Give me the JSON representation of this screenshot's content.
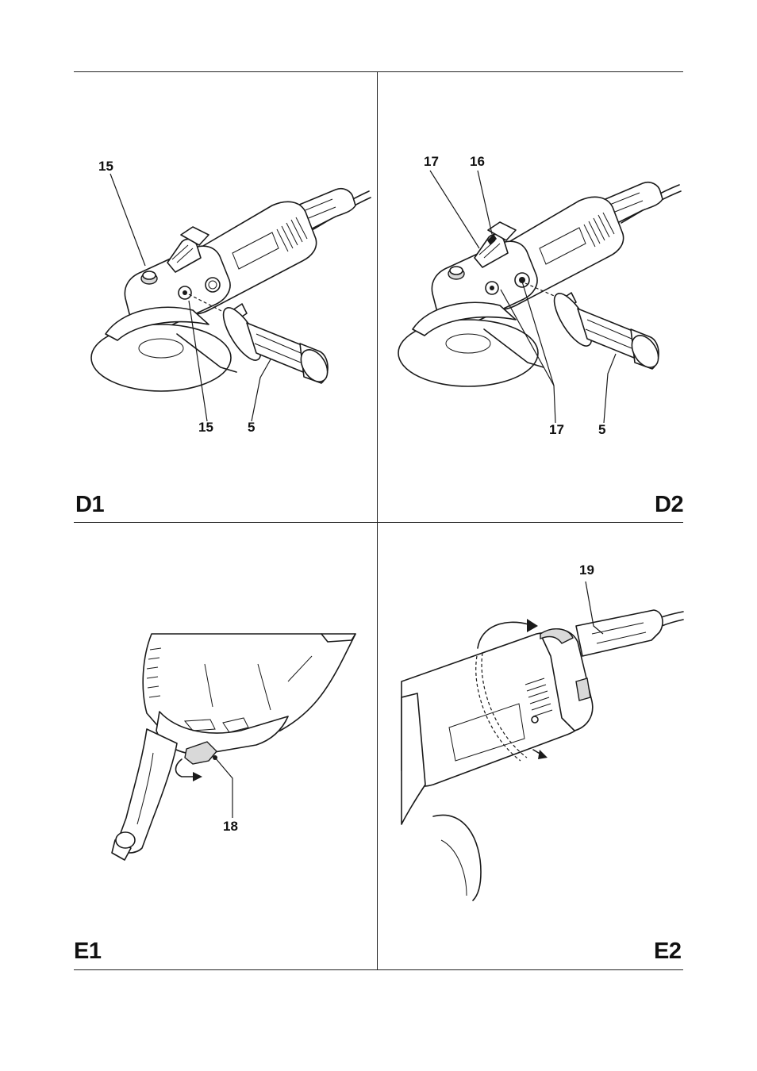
{
  "panels": {
    "d1": {
      "label": "D1",
      "callouts": {
        "top_15": "15",
        "bottom_15": "15",
        "bottom_5": "5"
      }
    },
    "d2": {
      "label": "D2",
      "callouts": {
        "top_17": "17",
        "top_16": "16",
        "bottom_17": "17",
        "bottom_5": "5"
      }
    },
    "e1": {
      "label": "E1",
      "callouts": {
        "c_18": "18"
      }
    },
    "e2": {
      "label": "E2",
      "callouts": {
        "c_19": "19"
      }
    }
  }
}
